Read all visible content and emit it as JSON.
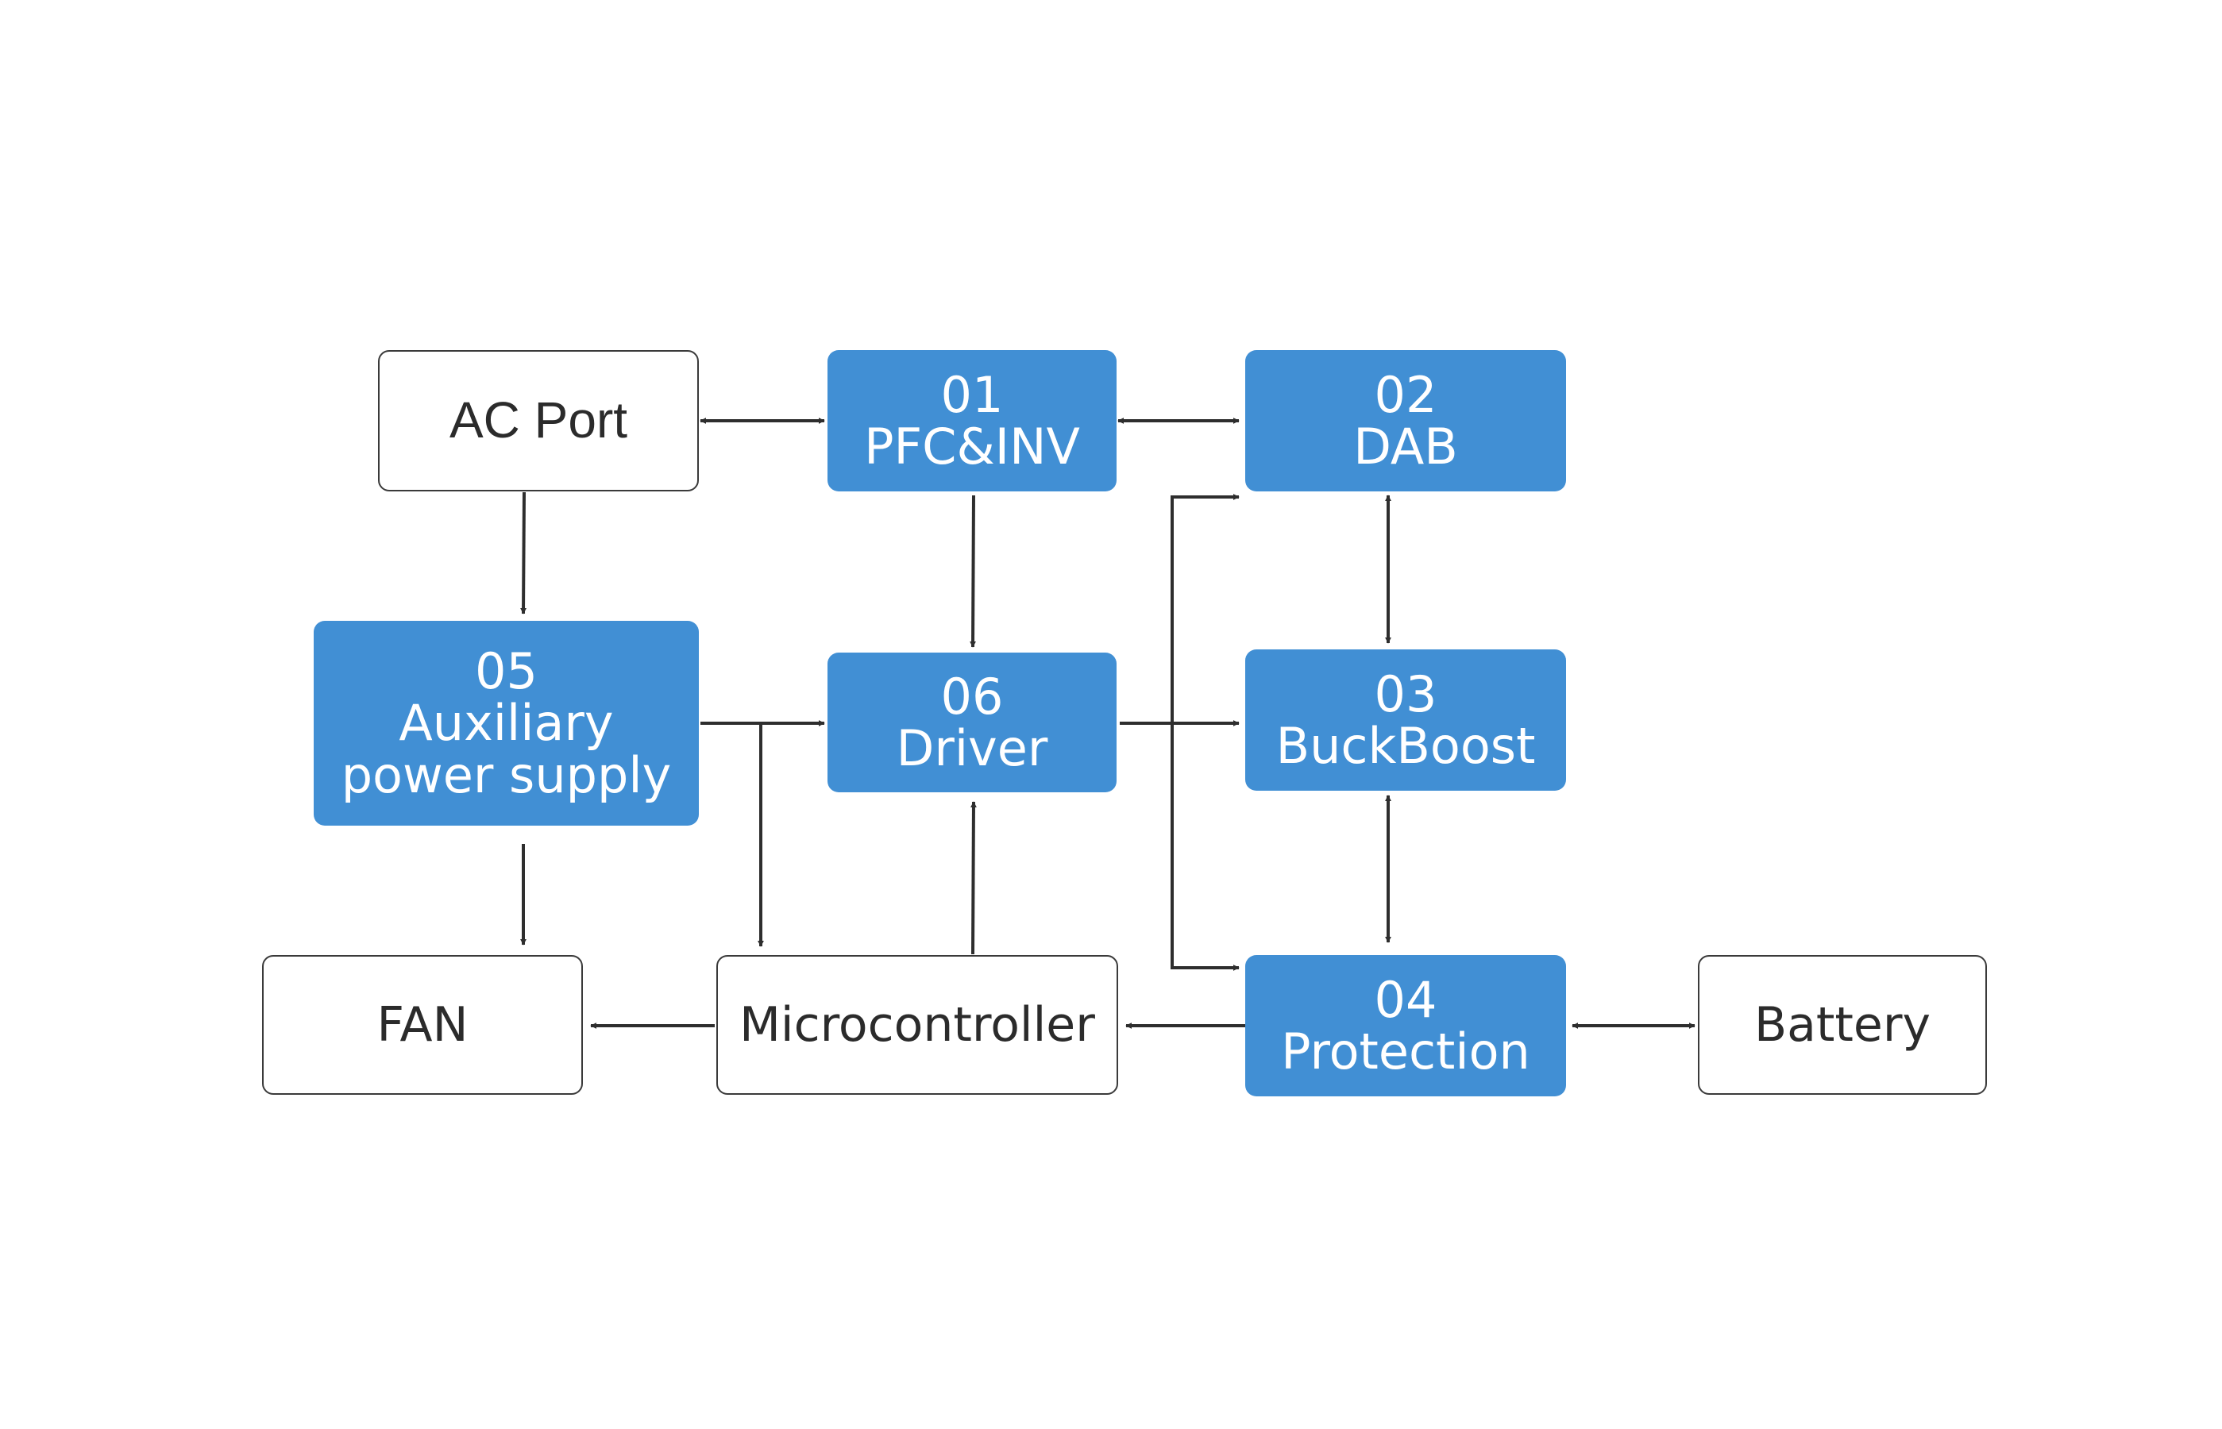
{
  "colors": {
    "blue_box": "#418fd4",
    "white_box_border": "#3a3a3a",
    "arrow": "#2e2e2e",
    "blue_text": "#ffffff",
    "white_text": "#2b2b2b"
  },
  "nodes": {
    "ac_port": {
      "label": "AC Port"
    },
    "pfc_inv": {
      "number": "01",
      "label": "PFC&INV"
    },
    "dab": {
      "number": "02",
      "label": "DAB"
    },
    "buckboost": {
      "number": "03",
      "label": "BuckBoost"
    },
    "protection": {
      "number": "04",
      "label": "Protection"
    },
    "aux_power": {
      "number": "05",
      "label_line1": "Auxiliary",
      "label_line2": "power supply"
    },
    "driver": {
      "number": "06",
      "label": "Driver"
    },
    "fan": {
      "label": "FAN"
    },
    "microcontroller": {
      "label": "Microcontroller"
    },
    "battery": {
      "label": "Battery"
    }
  }
}
